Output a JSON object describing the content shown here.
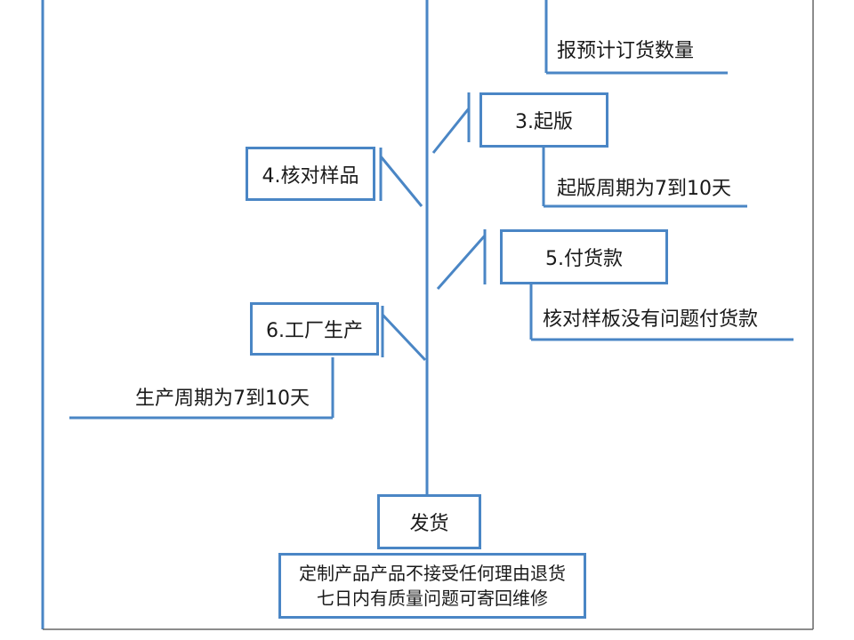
{
  "diagram": {
    "line_color": "#4a86c5",
    "steps": {
      "step3": "3.起版",
      "step4": "4.核对样品",
      "step5": "5.付货款",
      "step6": "6.工厂生产",
      "ship": "发货"
    },
    "notes": {
      "quantity": "报预计订货数量",
      "proof_cycle": "起版周期为7到10天",
      "pay": "核对样板没有问题付货款",
      "production_cycle": "生产周期为7到10天"
    },
    "policy": {
      "line1": "定制产品产品不接受任何理由退货",
      "line2": "七日内有质量问题可寄回维修"
    }
  }
}
